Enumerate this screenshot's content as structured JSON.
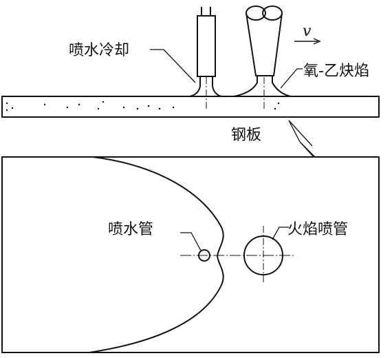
{
  "labels": {
    "spray_cooling": "喷水冷却",
    "oxy_flame": "氧-乙炔焰",
    "steel_plate": "钢板",
    "water_nozzle": "喷水管",
    "flame_nozzle": "火焰喷管",
    "speed": "v"
  }
}
